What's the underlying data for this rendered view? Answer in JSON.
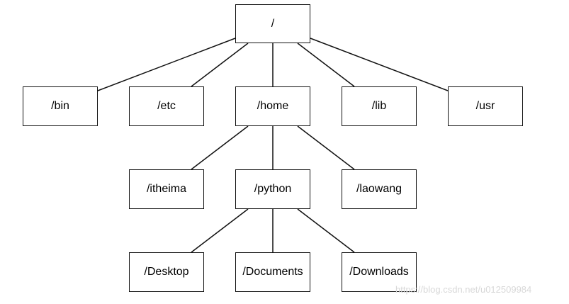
{
  "tree": {
    "root": "/",
    "level1": [
      "/bin",
      "/etc",
      "/home",
      "/lib",
      "/usr"
    ],
    "home_children": [
      "/itheima",
      "/python",
      "/laowang"
    ],
    "python_children": [
      "/Desktop",
      "/Documents",
      "/Downloads"
    ]
  },
  "watermark": "https://blog.csdn.net/u012509984",
  "colors": {
    "line": "#111111",
    "box_border": "#111111",
    "watermark": "#d8d8d8"
  }
}
